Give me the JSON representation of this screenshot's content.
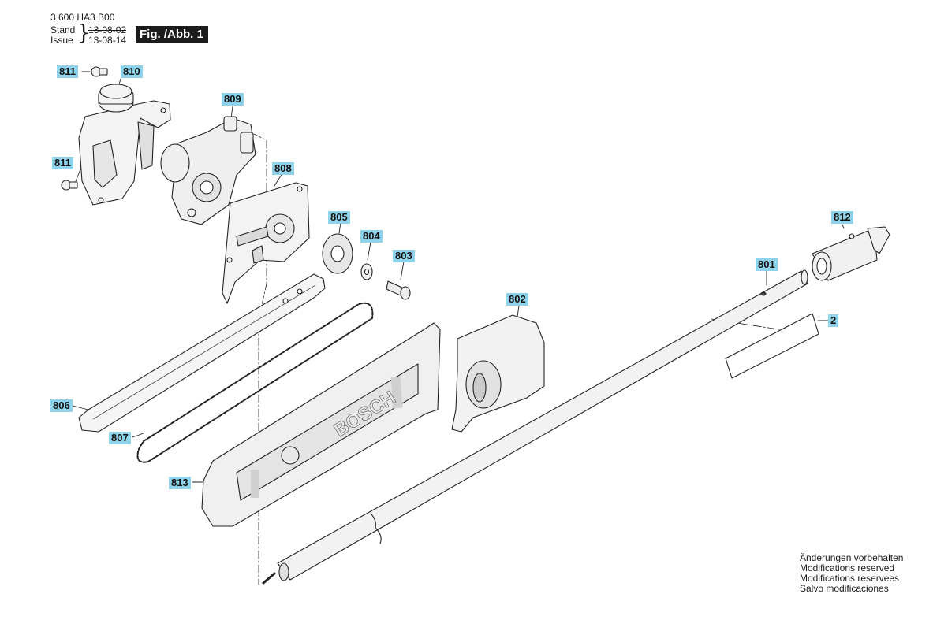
{
  "header": {
    "part_code": "3 600 HA3 B00",
    "stand_label": "Stand",
    "issue_label": "Issue",
    "stand_date": "13-08-02",
    "issue_date": "13-08-14",
    "figure": "Fig. /Abb. 1"
  },
  "part_labels": {
    "p811a": "811",
    "p810": "810",
    "p809": "809",
    "p811b": "811",
    "p808": "808",
    "p805": "805",
    "p804": "804",
    "p803": "803",
    "p806": "806",
    "p807": "807",
    "p802": "802",
    "p813": "813",
    "p801": "801",
    "p812": "812",
    "p2": "2"
  },
  "brand_text": "BOSCH",
  "notes": [
    "Änderungen vorbehalten",
    "Modifications reserved",
    "Modifications reservees",
    "Salvo modificaciones"
  ]
}
